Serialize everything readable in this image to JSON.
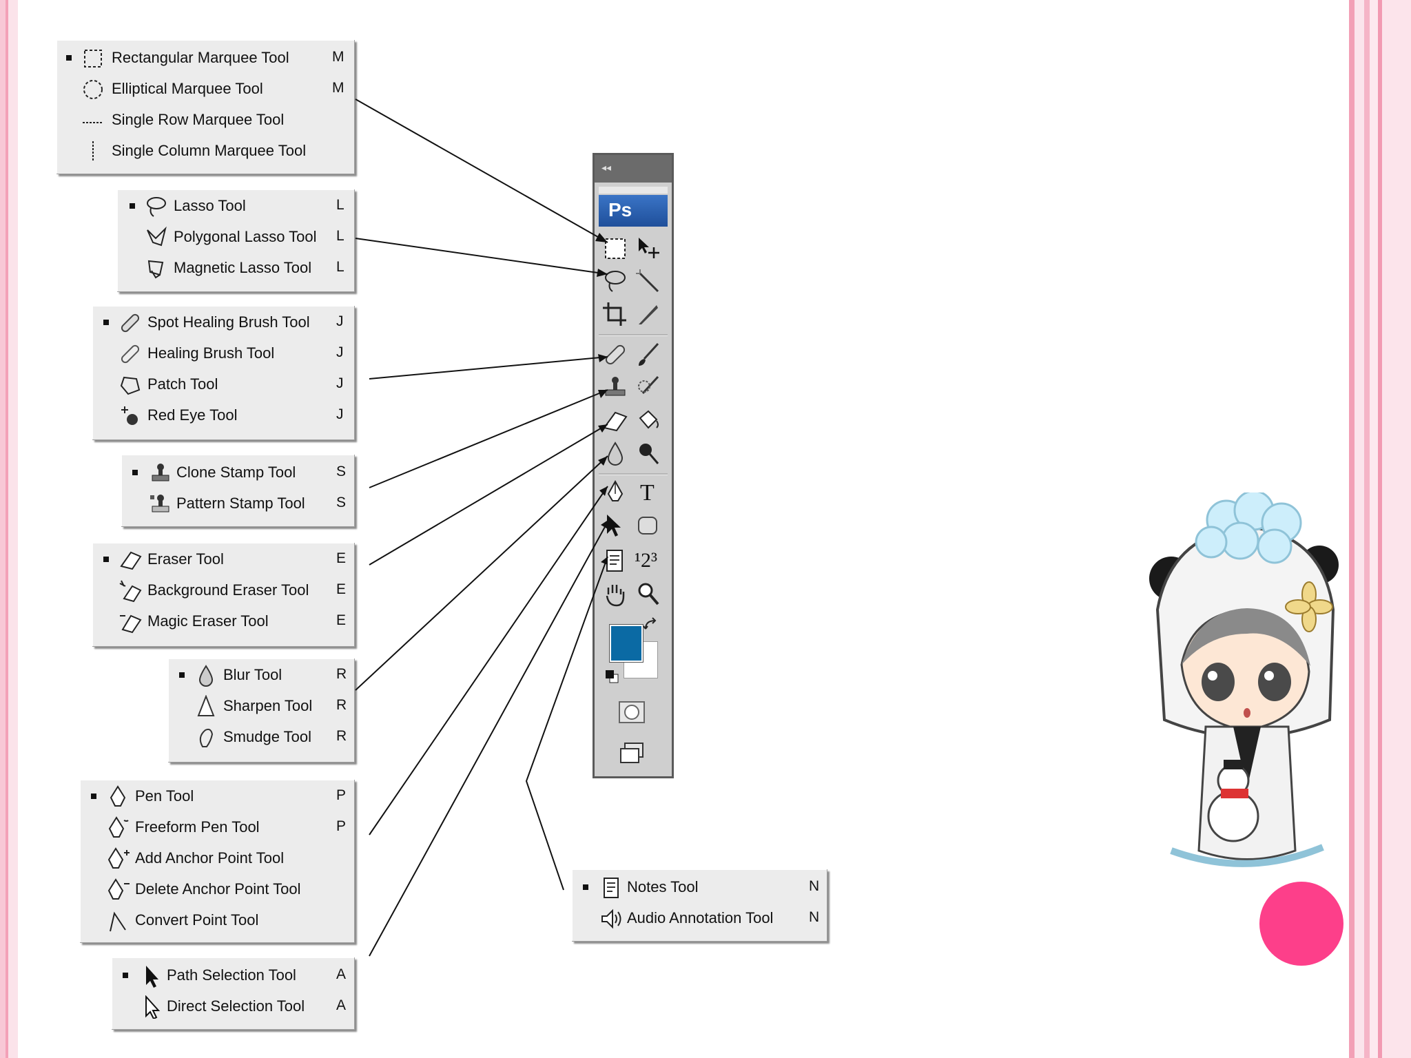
{
  "flyouts": [
    {
      "id": "marquee",
      "items": [
        {
          "label": "Rectangular Marquee Tool",
          "key": "M",
          "icon": "rect-marquee-icon",
          "selected": true
        },
        {
          "label": "Elliptical Marquee Tool",
          "key": "M",
          "icon": "ellipse-marquee-icon",
          "selected": false
        },
        {
          "label": "Single Row Marquee Tool",
          "key": "",
          "icon": "row-marquee-icon",
          "selected": false
        },
        {
          "label": "Single Column Marquee Tool",
          "key": "",
          "icon": "column-marquee-icon",
          "selected": false
        }
      ]
    },
    {
      "id": "lasso",
      "items": [
        {
          "label": "Lasso Tool",
          "key": "L",
          "icon": "lasso-icon",
          "selected": true
        },
        {
          "label": "Polygonal Lasso Tool",
          "key": "L",
          "icon": "polygonal-lasso-icon",
          "selected": false
        },
        {
          "label": "Magnetic Lasso Tool",
          "key": "L",
          "icon": "magnetic-lasso-icon",
          "selected": false
        }
      ]
    },
    {
      "id": "healing",
      "items": [
        {
          "label": "Spot Healing Brush Tool",
          "key": "J",
          "icon": "spot-healing-icon",
          "selected": true
        },
        {
          "label": "Healing Brush Tool",
          "key": "J",
          "icon": "healing-brush-icon",
          "selected": false
        },
        {
          "label": "Patch Tool",
          "key": "J",
          "icon": "patch-icon",
          "selected": false
        },
        {
          "label": "Red Eye Tool",
          "key": "J",
          "icon": "red-eye-icon",
          "selected": false
        }
      ]
    },
    {
      "id": "stamp",
      "items": [
        {
          "label": "Clone Stamp Tool",
          "key": "S",
          "icon": "clone-stamp-icon",
          "selected": true
        },
        {
          "label": "Pattern Stamp Tool",
          "key": "S",
          "icon": "pattern-stamp-icon",
          "selected": false
        }
      ]
    },
    {
      "id": "eraser",
      "items": [
        {
          "label": "Eraser Tool",
          "key": "E",
          "icon": "eraser-icon",
          "selected": true
        },
        {
          "label": "Background Eraser Tool",
          "key": "E",
          "icon": "background-eraser-icon",
          "selected": false
        },
        {
          "label": "Magic Eraser Tool",
          "key": "E",
          "icon": "magic-eraser-icon",
          "selected": false
        }
      ]
    },
    {
      "id": "blur",
      "items": [
        {
          "label": "Blur Tool",
          "key": "R",
          "icon": "blur-icon",
          "selected": true
        },
        {
          "label": "Sharpen Tool",
          "key": "R",
          "icon": "sharpen-icon",
          "selected": false
        },
        {
          "label": "Smudge Tool",
          "key": "R",
          "icon": "smudge-icon",
          "selected": false
        }
      ]
    },
    {
      "id": "pen",
      "items": [
        {
          "label": "Pen Tool",
          "key": "P",
          "icon": "pen-icon",
          "selected": true
        },
        {
          "label": "Freeform Pen Tool",
          "key": "P",
          "icon": "freeform-pen-icon",
          "selected": false
        },
        {
          "label": "Add Anchor Point Tool",
          "key": "",
          "icon": "add-anchor-icon",
          "selected": false
        },
        {
          "label": "Delete Anchor Point Tool",
          "key": "",
          "icon": "delete-anchor-icon",
          "selected": false
        },
        {
          "label": "Convert Point Tool",
          "key": "",
          "icon": "convert-point-icon",
          "selected": false
        }
      ]
    },
    {
      "id": "path-selection",
      "items": [
        {
          "label": "Path Selection Tool",
          "key": "A",
          "icon": "path-selection-icon",
          "selected": true
        },
        {
          "label": "Direct Selection Tool",
          "key": "A",
          "icon": "direct-selection-icon",
          "selected": false
        }
      ]
    },
    {
      "id": "notes",
      "items": [
        {
          "label": "Notes Tool",
          "key": "N",
          "icon": "notes-icon",
          "selected": true
        },
        {
          "label": "Audio Annotation Tool",
          "key": "N",
          "icon": "audio-annotation-icon",
          "selected": false
        }
      ]
    }
  ],
  "toolbox": {
    "logo": "Ps",
    "collapse_glyph": "◂◂",
    "text_tool_glyph": "T",
    "count_tool_glyph": "¹2³",
    "foreground_color": "#0b6aa4",
    "background_color": "#ffffff"
  },
  "colors": {
    "accent_pink": "#fd3f8a",
    "border_pink": "#f3a1b8",
    "panel_gray": "#ececec"
  }
}
